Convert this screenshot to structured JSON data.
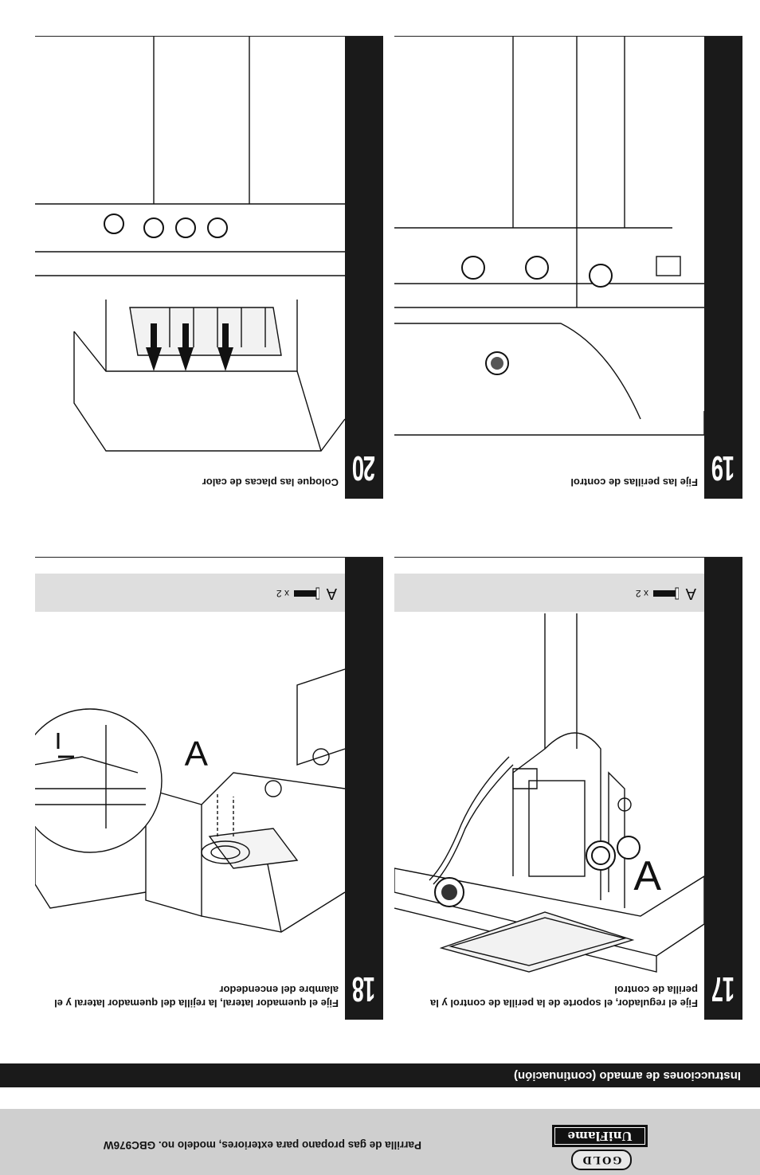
{
  "footer": {
    "brand_top": "GOLD",
    "brand_main": "UniFlame",
    "title": "Parrilla de gas propano para exteriores, modelo no. GBC976W"
  },
  "section": {
    "title": "Instrucciones de armado (continuación)"
  },
  "steps": [
    {
      "number": "17",
      "text": "Fije el regulador, el soporte de la perilla de control y la perilla de control",
      "part_letter": "A",
      "part_qty": "x 2",
      "callout": "A"
    },
    {
      "number": "18",
      "text": "Fije el quemador lateral, la rejilla del quemador lateral y el alambre del encendedor",
      "part_letter": "A",
      "part_qty": "x 2",
      "callout": "A"
    },
    {
      "number": "19",
      "text": "Fije las perillas de control"
    },
    {
      "number": "20",
      "text": "Coloque las placas de calor"
    }
  ]
}
